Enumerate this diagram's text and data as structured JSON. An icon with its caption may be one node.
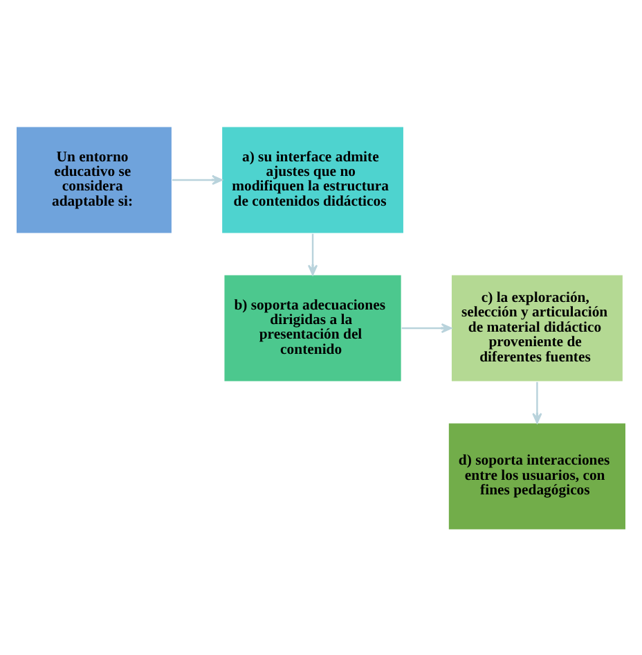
{
  "diagram": {
    "nodes": [
      {
        "text": [
          "Un entorno educativo se considera adaptable si:"
        ]
      },
      {
        "text": [
          "a) su interface admite ajustes que no modifiquen la estructura de contenidos didácticos"
        ]
      },
      {
        "text": [
          "b) soporta adecuaciones dirigidas a la presentación del contenido"
        ]
      },
      {
        "text": [
          "c) la exploración, selección y articulación de material didáctico proveniente de diferentes fuentes"
        ]
      },
      {
        "text": [
          "d) soporta interacciones entre los usuarios, con fines pedagógicos"
        ]
      }
    ],
    "edges": [
      {
        "from": 0,
        "to": 1,
        "arrow": "to"
      },
      {
        "from": 1,
        "to": 2,
        "arrow": "to"
      },
      {
        "from": 2,
        "to": 3,
        "arrow": "to"
      },
      {
        "from": 3,
        "to": 4,
        "arrow": "to"
      }
    ]
  }
}
